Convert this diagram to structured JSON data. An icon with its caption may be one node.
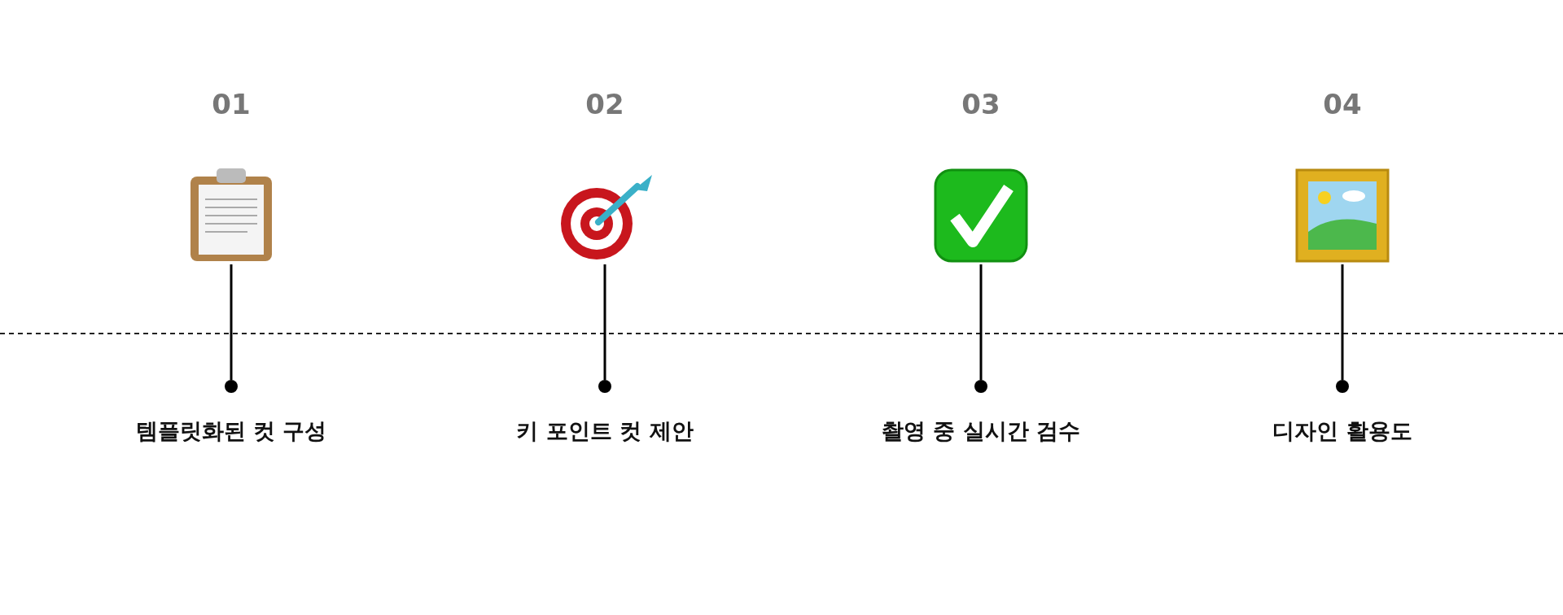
{
  "diagram": {
    "nodes": [
      {
        "text": [],
        "shape": "picture"
      },
      {
        "text": [],
        "shape": "picture"
      },
      {
        "text": [],
        "shape": "picture"
      },
      {
        "text": [],
        "shape": "picture"
      },
      {
        "text": [],
        "shape": "circle"
      },
      {
        "text": [],
        "shape": "circle"
      },
      {
        "text": [],
        "shape": "circle"
      },
      {
        "text": [],
        "shape": "circle"
      },
      {
        "text": [
          "템플릿화된 컷 구성"
        ]
      },
      {
        "text": [
          "키 포인트 컷 제안"
        ]
      },
      {
        "text": [
          "촬영 중 실시간 검수"
        ]
      },
      {
        "text": [
          "디자인 활용도"
        ]
      }
    ],
    "edges": [
      {
        "from": 0,
        "to": 4,
        "arrow": "none"
      },
      {
        "from": 1,
        "to": 5,
        "arrow": "none"
      },
      {
        "from": 2,
        "to": 6,
        "arrow": "none"
      },
      {
        "from": 3,
        "to": 7,
        "arrow": "none"
      }
    ],
    "labels": [
      "01",
      "02",
      "03",
      "04"
    ]
  }
}
